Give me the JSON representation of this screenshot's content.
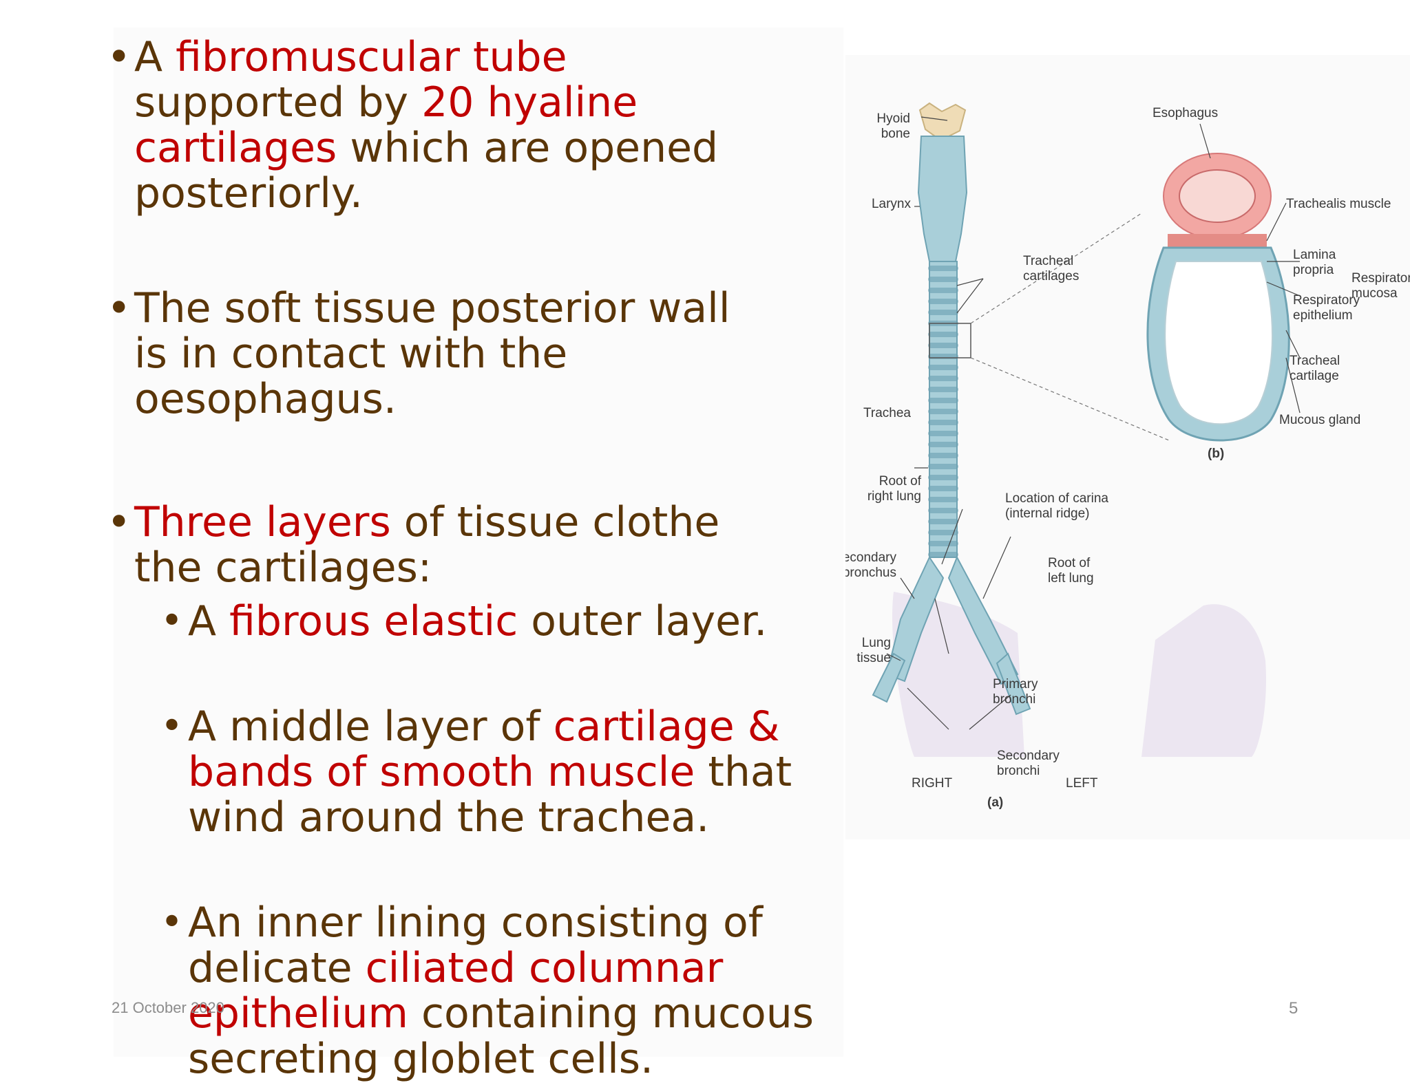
{
  "slide": {
    "bullets": [
      {
        "parts": [
          {
            "text": "A ",
            "highlight": false
          },
          {
            "text": "fibromuscular tube",
            "highlight": true
          },
          {
            "text": "\nsupported by ",
            "highlight": false
          },
          {
            "text": "20 hyaline",
            "highlight": true
          },
          {
            "text": "\ncartilages",
            "highlight": true
          },
          {
            "text": " which are opened\nposteriorly.",
            "highlight": false
          }
        ]
      },
      {
        "parts": [
          {
            "text": "The soft tissue posterior wall\nis in contact with the\noesophagus.",
            "highlight": false
          }
        ]
      },
      {
        "parts": [
          {
            "text": "Three layers",
            "highlight": true
          },
          {
            "text": " of tissue clothe\nthe cartilages:",
            "highlight": false
          }
        ]
      }
    ],
    "sub_bullets": [
      {
        "parts": [
          {
            "text": "A ",
            "highlight": false
          },
          {
            "text": "fibrous elastic",
            "highlight": true
          },
          {
            "text": " outer layer.",
            "highlight": false
          }
        ]
      },
      {
        "parts": [
          {
            "text": "A middle layer of ",
            "highlight": false
          },
          {
            "text": "cartilage &\nbands of smooth muscle",
            "highlight": true
          },
          {
            "text": " that\nwind around the trachea.",
            "highlight": false
          }
        ]
      },
      {
        "parts": [
          {
            "text": "An inner lining consisting of\ndelicate ",
            "highlight": false
          },
          {
            "text": "ciliated columnar\nepithelium",
            "highlight": true
          },
          {
            "text": " containing mucous\nsecreting globlet cells.",
            "highlight": false
          }
        ]
      }
    ],
    "footer": {
      "date": "21 October 2020",
      "page_number": "5"
    }
  },
  "figure": {
    "labels": {
      "hyoid_bone": "Hyoid\nbone",
      "larynx": "Larynx",
      "tracheal_cartilages": "Tracheal\ncartilages",
      "trachea": "Trachea",
      "root_right_lung": "Root of\nright lung",
      "location_carina": "Location of carina\n(internal ridge)",
      "secondary_bronchus": "Secondary\nbronchus",
      "root_left_lung": "Root of\nleft lung",
      "lung_tissue": "Lung\ntissue",
      "primary_bronchi": "Primary\nbronchi",
      "secondary_bronchi": "Secondary\nbronchi",
      "right": "RIGHT",
      "left": "LEFT",
      "part_a": "(a)",
      "esophagus": "Esophagus",
      "trachealis_muscle": "Trachealis muscle",
      "lamina_propria": "Lamina\npropria",
      "respiratory_epithelium": "Respiratory\nepithelium",
      "respiratory_mucosa": "Respiratory\nmucosa",
      "tracheal_cartilage": "Tracheal\ncartilage",
      "mucous_gland": "Mucous gland",
      "part_b": "(b)"
    },
    "colors": {
      "cartilage": "#a9cfd9",
      "cartilage_dark": "#6fa3b3",
      "hyoid": "#efdcb6",
      "esophagus": "#e88c8c",
      "lung_tissue": "#e8e2ee"
    }
  }
}
